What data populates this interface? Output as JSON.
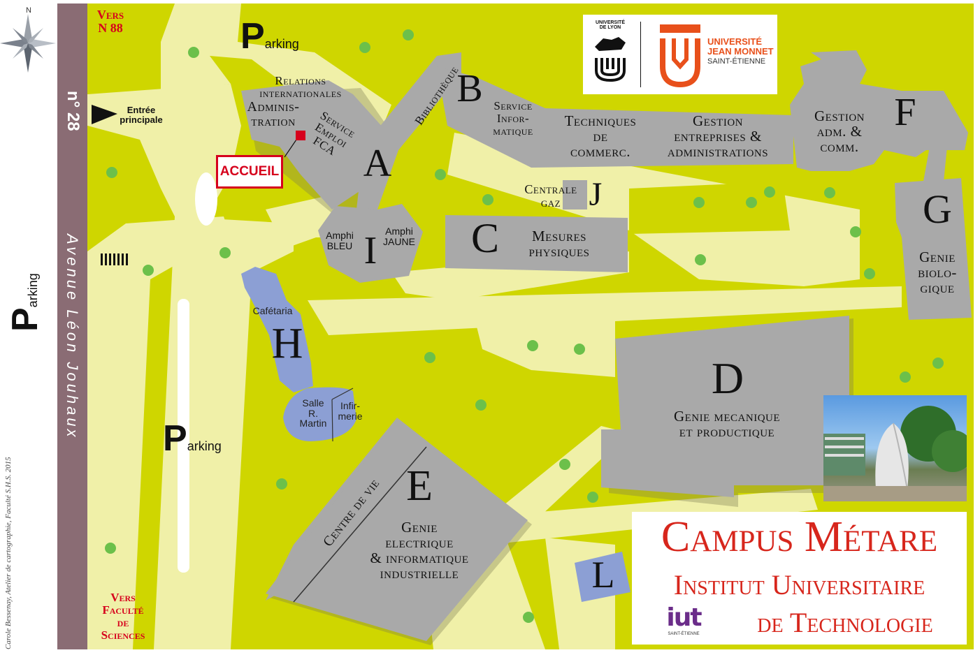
{
  "map": {
    "compass": {
      "north_label": "N"
    },
    "top_left_route": {
      "line1": "Vers",
      "line2": "N 88"
    },
    "bottom_left_route": {
      "line1": "Vers",
      "line2": "Faculté",
      "line3": "de",
      "line4": "Sciences"
    },
    "street_number": "n° 28",
    "street_name": "Avenue  Léon  Jouhaux",
    "entrance_label": {
      "line1": "Entrée",
      "line2": "principale"
    },
    "parking_labels": [
      {
        "P": "P",
        "rest": "arking"
      },
      {
        "P": "P",
        "rest": "arking"
      },
      {
        "P": "P",
        "rest": "arking"
      }
    ],
    "accueil": "ACCUEIL",
    "credit": "Carole Bessenay, Atelier de cartographie, Faculté S.H.S. 2015",
    "buildings": {
      "A": {
        "letter": "A",
        "labels": [
          "Relations",
          "internationales",
          "Adminis-",
          "tration",
          "Service",
          "Emploi",
          "FCA",
          "Bibliothèque"
        ]
      },
      "B": {
        "letter": "B",
        "labels": [
          "Service",
          "Infor-",
          "matique",
          "Techniques",
          "de",
          "commerc.",
          "Gestion",
          "entreprises &",
          "administrations"
        ]
      },
      "C": {
        "letter": "C",
        "labels": [
          "Mesures",
          "physiques"
        ]
      },
      "D": {
        "letter": "D",
        "labels": [
          "Genie mecanique",
          "et productique"
        ]
      },
      "E": {
        "letter": "E",
        "labels": [
          "Centre de vie",
          "Genie",
          "electrique",
          "& informatique",
          "industrielle"
        ]
      },
      "F": {
        "letter": "F",
        "labels": [
          "Gestion",
          "adm. &",
          "comm."
        ]
      },
      "G": {
        "letter": "G",
        "labels": [
          "Genie",
          "biolo-",
          "gique"
        ]
      },
      "H": {
        "letter": "H",
        "labels": [
          "Cafétaria",
          "Salle",
          "R.",
          "Martin",
          "Infir-",
          "merie"
        ]
      },
      "I": {
        "letter": "I",
        "labels": [
          "Amphi",
          "BLEU",
          "Amphi",
          "JAUNE"
        ]
      },
      "J": {
        "letter": "J",
        "labels": [
          "Centrale",
          "gaz"
        ]
      },
      "L": {
        "letter": "L"
      }
    },
    "logos": {
      "lyon": {
        "line1": "UNIVERSITÉ",
        "line2": "DE LYON"
      },
      "ujm": {
        "line1": "UNIVERSITÉ",
        "line2": "JEAN MONNET",
        "line3": "SAINT-ÉTIENNE"
      },
      "iut": {
        "text": "iut",
        "sub": "SAINT-ÉTIENNE"
      }
    },
    "title": {
      "line1": "Campus Métare",
      "line2": "Institut Universitaire",
      "line3": "de Technologie"
    },
    "colors": {
      "grass": "#cfd600",
      "paths": "#f0f0a8",
      "buildings": "#a9a9a9",
      "buildings_blue": "#8c9fd4",
      "trees": "#6cc04a",
      "street": "#8a6c74",
      "accent_red": "#d6001c",
      "ujm_orange": "#e8501b"
    }
  }
}
